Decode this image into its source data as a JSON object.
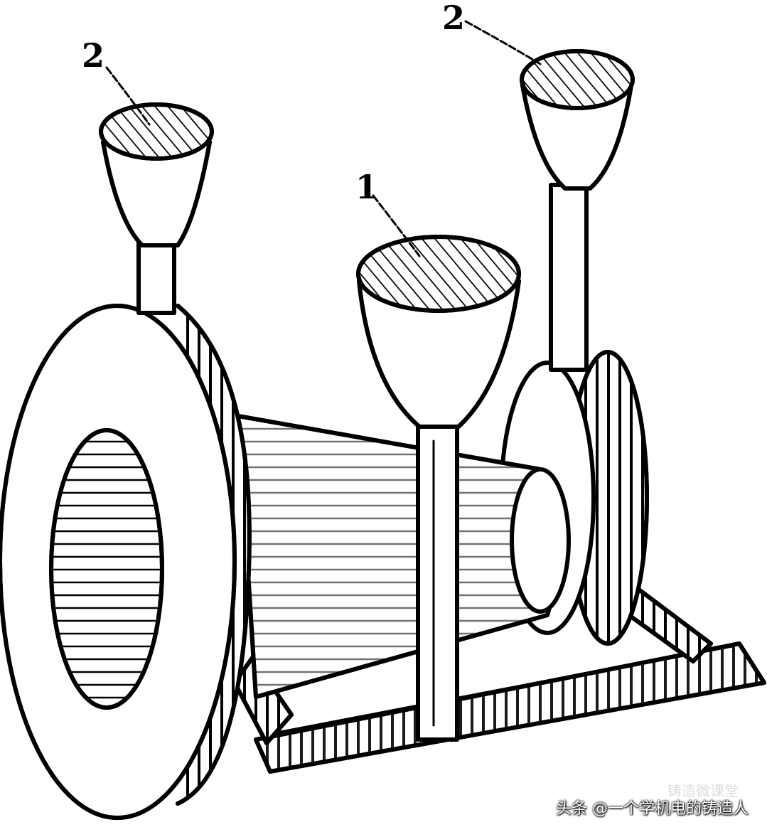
{
  "labels": {
    "sprue_center": "1",
    "riser_left": "2",
    "riser_right": "2"
  },
  "watermark": {
    "text": "头条 @一个学机电的铸造人",
    "ghost": "铸造微课堂"
  }
}
